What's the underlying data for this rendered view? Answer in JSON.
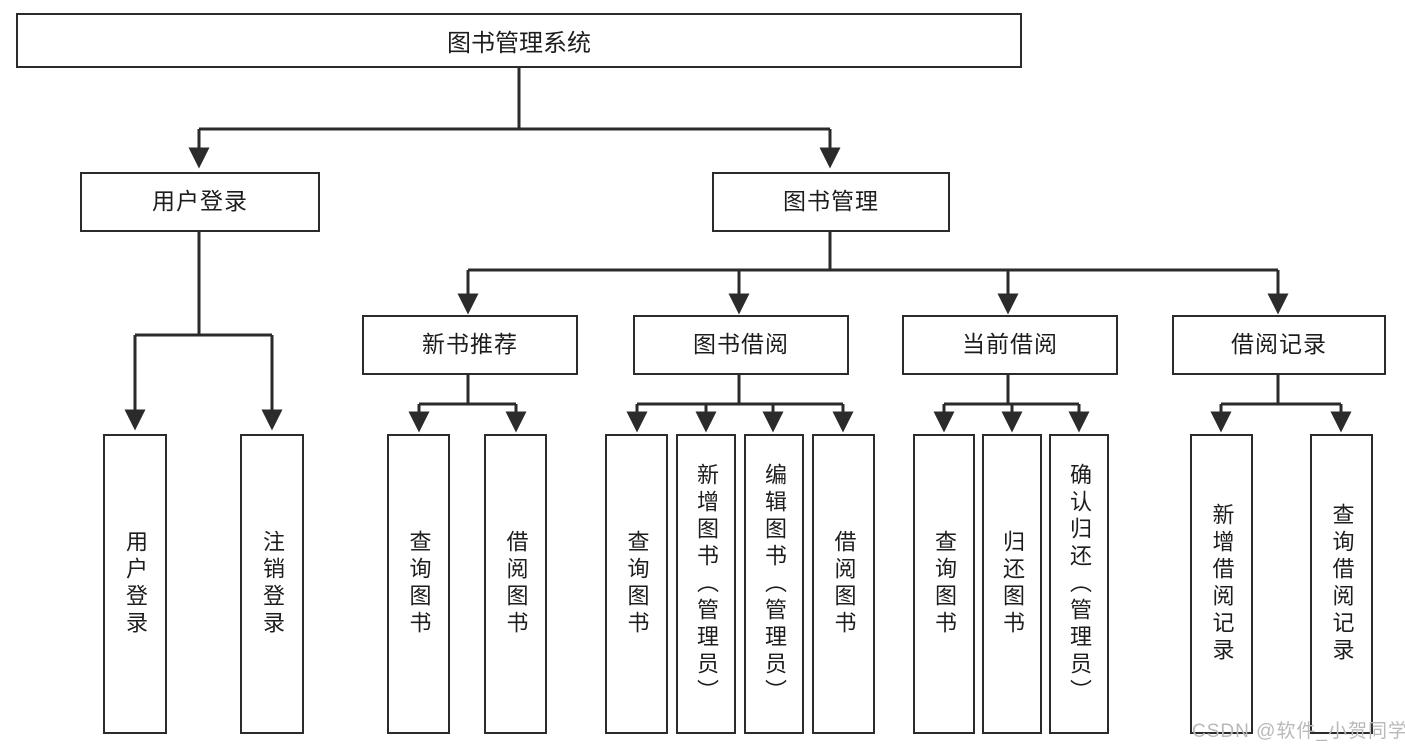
{
  "diagram": {
    "title": "图书管理系统",
    "type": "功能结构图",
    "root": {
      "id": "root",
      "label": "图书管理系统"
    },
    "level1": [
      {
        "id": "user-login",
        "label": "用户登录"
      },
      {
        "id": "book-manage",
        "label": "图书管理"
      }
    ],
    "level2": [
      {
        "id": "new-book-rec",
        "label": "新书推荐",
        "parent": "book-manage"
      },
      {
        "id": "book-borrow",
        "label": "图书借阅",
        "parent": "book-manage"
      },
      {
        "id": "current-borrow",
        "label": "当前借阅",
        "parent": "book-manage"
      },
      {
        "id": "borrow-record",
        "label": "借阅记录",
        "parent": "book-manage"
      }
    ],
    "leaves": [
      {
        "id": "leaf-user-login",
        "label": "用户登录",
        "parent": "user-login"
      },
      {
        "id": "leaf-user-logout",
        "label": "注销登录",
        "parent": "user-login"
      },
      {
        "id": "leaf-query-book-1",
        "label": "查询图书",
        "parent": "new-book-rec"
      },
      {
        "id": "leaf-borrow-book-1",
        "label": "借阅图书",
        "parent": "new-book-rec"
      },
      {
        "id": "leaf-query-book-2",
        "label": "查询图书",
        "parent": "book-borrow"
      },
      {
        "id": "leaf-add-book",
        "label": "新增图书（管理员）",
        "parent": "book-borrow"
      },
      {
        "id": "leaf-edit-book",
        "label": "编辑图书（管理员）",
        "parent": "book-borrow"
      },
      {
        "id": "leaf-borrow-book-2",
        "label": "借阅图书",
        "parent": "book-borrow"
      },
      {
        "id": "leaf-query-book-3",
        "label": "查询图书",
        "parent": "current-borrow"
      },
      {
        "id": "leaf-return-book",
        "label": "归还图书",
        "parent": "current-borrow"
      },
      {
        "id": "leaf-confirm-return",
        "label": "确认归还（管理员）",
        "parent": "current-borrow"
      },
      {
        "id": "leaf-add-record",
        "label": "新增借阅记录",
        "parent": "borrow-record"
      },
      {
        "id": "leaf-query-record",
        "label": "查询借阅记录",
        "parent": "borrow-record"
      }
    ],
    "colors": {
      "stroke": "#2b2b2b",
      "fill": "#ffffff",
      "text": "#1d1d1d",
      "watermark": "#b9b9b9"
    }
  },
  "watermark": {
    "text": "CSDN @软件_小贺同学"
  }
}
